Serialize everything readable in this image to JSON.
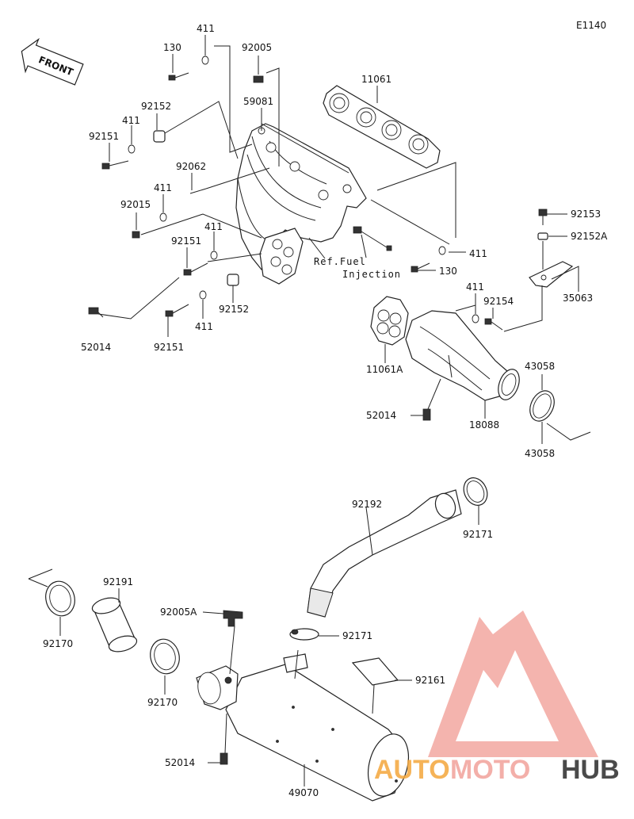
{
  "diagram_code": "E1140",
  "front_label": "FRONT",
  "ref_note": [
    "Ref.Fuel",
    "Injection"
  ],
  "watermark": {
    "brand_parts": [
      "AUTO",
      "MOTO",
      "HUB"
    ],
    "colors": {
      "primary": "#f2a7a0",
      "accent": "#f4a63b",
      "dark": "#2b2b2b"
    }
  },
  "labels": {
    "p411_a": "411",
    "p130_a": "130",
    "p92005": "92005",
    "p11061": "11061",
    "p59081": "59081",
    "p92152_a": "92152",
    "p411_b": "411",
    "p92151_a": "92151",
    "p92062": "92062",
    "p411_c": "411",
    "p92015": "92015",
    "p411_d": "411",
    "p92151_b": "92151",
    "p92153": "92153",
    "p92152A": "92152A",
    "p411_e": "411",
    "p130_b": "130",
    "p35063": "35063",
    "p52014_a": "52014",
    "p92152_b": "92152",
    "p411_f": "411",
    "p92151_c": "92151",
    "p411_g": "411",
    "p92154": "92154",
    "p11061A": "11061A",
    "p43058_a": "43058",
    "p52014_b": "52014",
    "p18088": "18088",
    "p43058_b": "43058",
    "p92192": "92192",
    "p92171_a": "92171",
    "p92191": "92191",
    "p92170_a": "92170",
    "p92005A": "92005A",
    "p92171_b": "92171",
    "p92161": "92161",
    "p92170_b": "92170",
    "p52014_c": "52014",
    "p49070": "49070"
  }
}
